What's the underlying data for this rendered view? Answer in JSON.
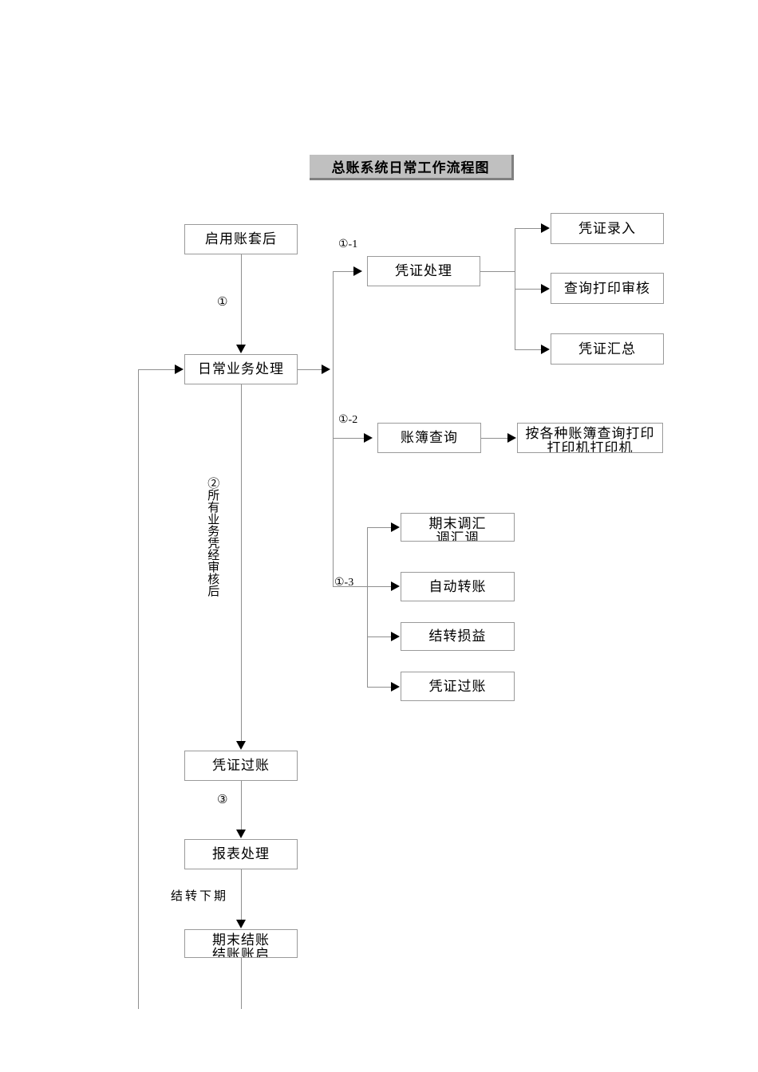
{
  "title": "总账系统日常工作流程图",
  "nodes": {
    "start": "启用账套后",
    "daily": "日常业务处理",
    "voucher_process": "凭证处理",
    "voucher_entry": "凭证录入",
    "query_print_audit": "查询打印审核",
    "voucher_summary": "凭证汇总",
    "ledger_query": "账簿查询",
    "ledger_print": "按各种账簿查询打印",
    "ledger_print_sub": "打印机打印机",
    "period_fx": "期末调汇",
    "period_fx_sub": "调汇调",
    "auto_transfer": "自动转账",
    "carry_profit": "结转损益",
    "voucher_posting_sub": "凭证过账",
    "voucher_posting": "凭证过账",
    "report_process": "报表处理",
    "period_close": "期末结账",
    "period_close_sub": "结账账启"
  },
  "edge_labels": {
    "step1": "①",
    "step1_1": "①-1",
    "step1_2": "①-2",
    "step1_3": "①-3",
    "step2_vertical": "②所有业务凭经审核后",
    "step3": "③",
    "carry_next": "结转下期"
  },
  "colors": {
    "title_bg": "#c0c0c0",
    "title_shadow": "#808080",
    "box_border": "#9a9a9a",
    "line": "#8f8f8f",
    "arrow": "#000000",
    "text": "#000000",
    "page_bg": "#ffffff"
  }
}
